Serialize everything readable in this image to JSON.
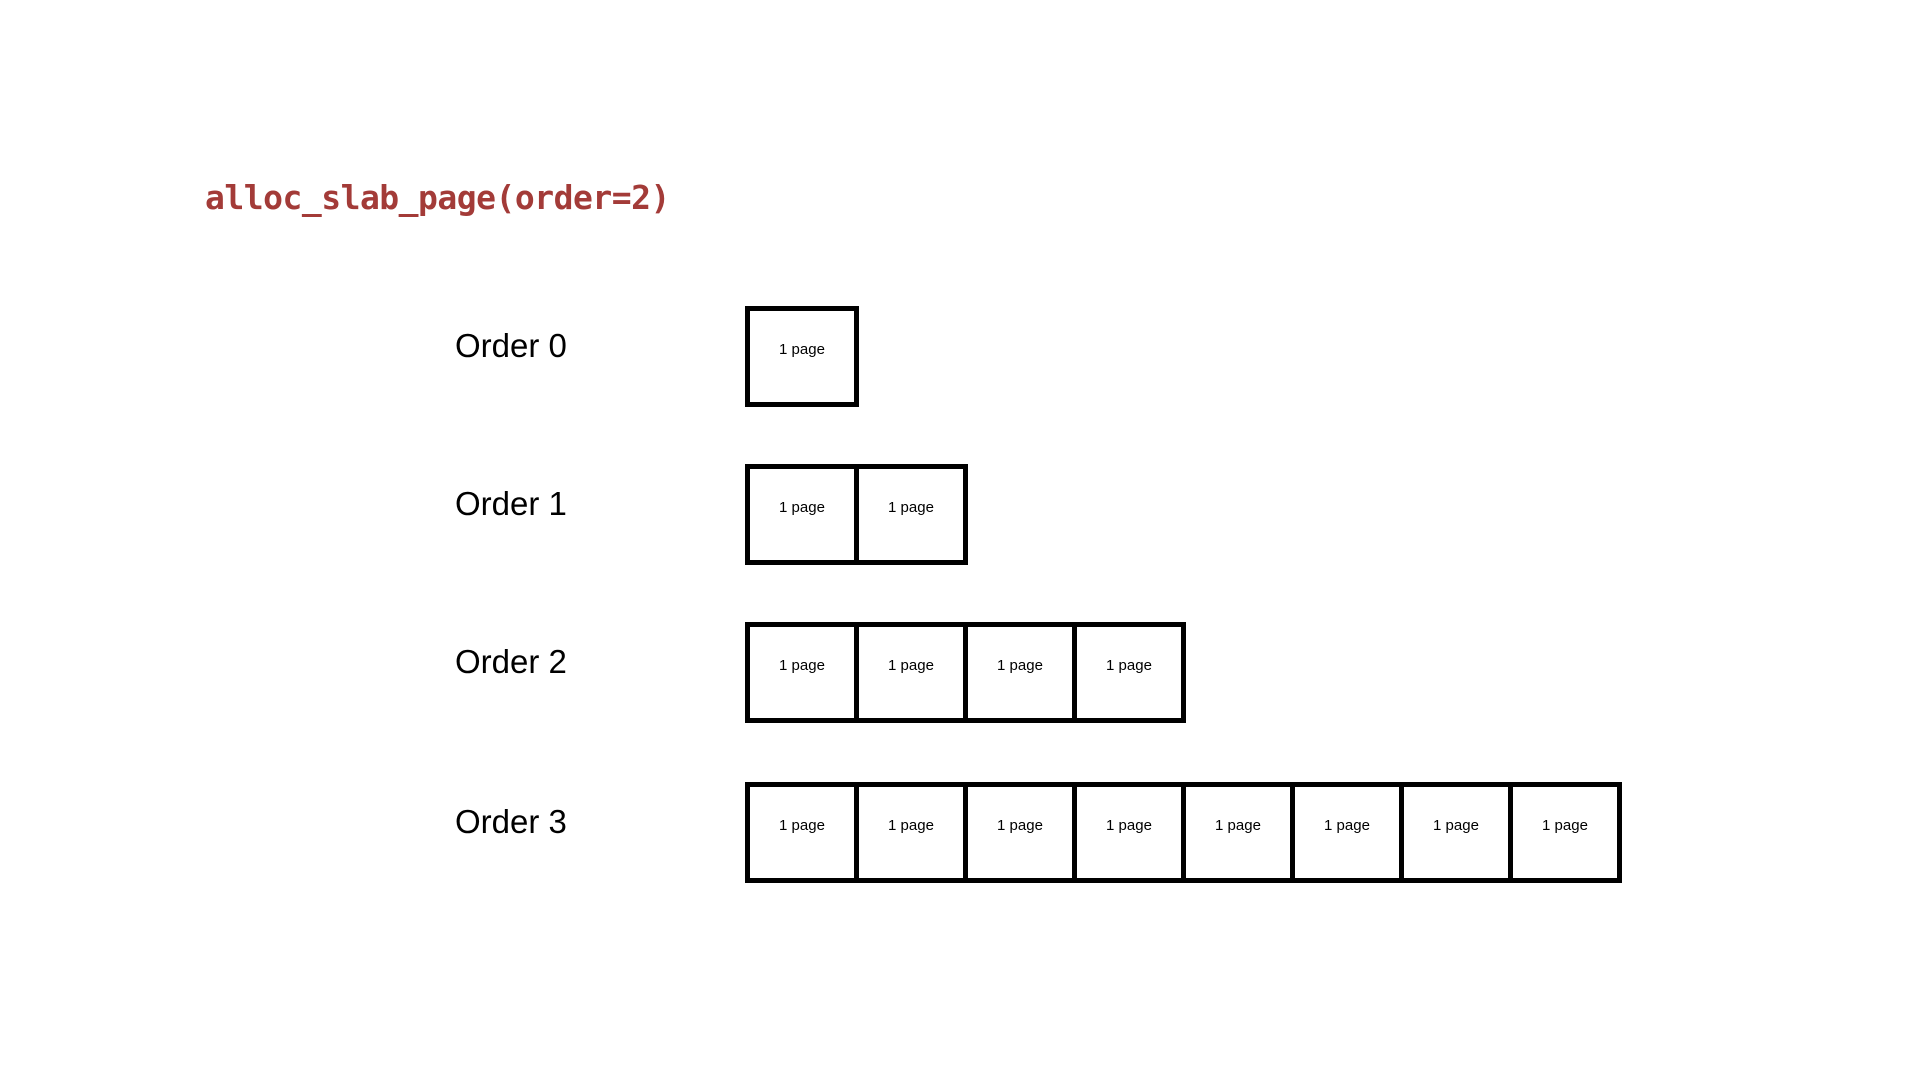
{
  "title": "alloc_slab_page(order=2)",
  "title_color": "#A33B38",
  "diagram": {
    "box_border_color": "#000000",
    "box_fill_color": "#ffffff",
    "page_cell_label": "1 page"
  },
  "rows": [
    {
      "label": "Order 0",
      "pages": [
        "1 page"
      ]
    },
    {
      "label": "Order 1",
      "pages": [
        "1 page",
        "1 page"
      ]
    },
    {
      "label": "Order 2",
      "pages": [
        "1 page",
        "1 page",
        "1 page",
        "1 page"
      ]
    },
    {
      "label": "Order 3",
      "pages": [
        "1 page",
        "1 page",
        "1 page",
        "1 page",
        "1 page",
        "1 page",
        "1 page",
        "1 page"
      ]
    }
  ]
}
